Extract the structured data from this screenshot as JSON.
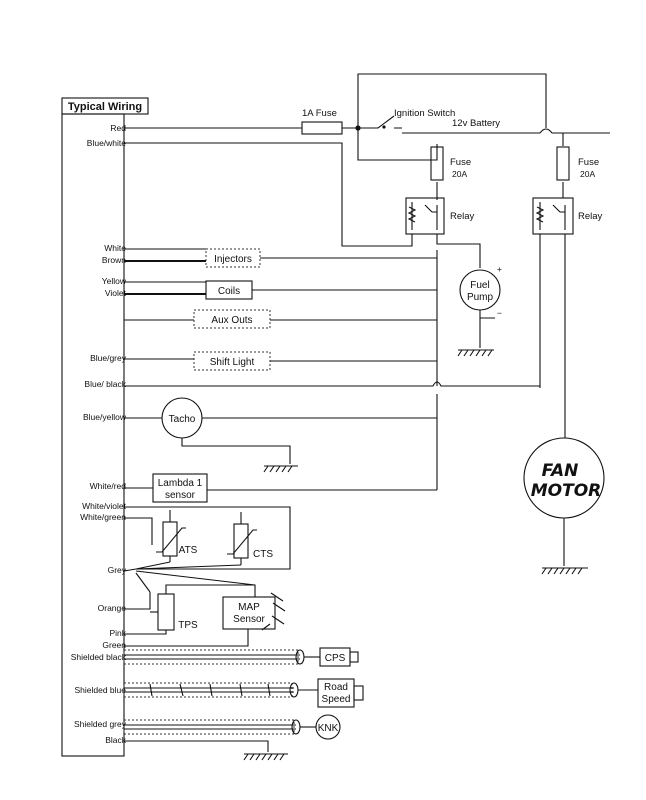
{
  "title": "Typical Wiring",
  "harness_wires": [
    "Red",
    "Blue/white",
    "White",
    "Brown",
    "Yellow",
    "Violet",
    "Blue/grey",
    "Blue/ black",
    "Blue/yellow",
    "White/red",
    "White/violet",
    "White/green",
    "Grey",
    "Orange",
    "Pink",
    "Green",
    "Shielded black",
    "Shielded blue",
    "Shielded grey",
    "Black"
  ],
  "components": {
    "fuse_1a": "1A Fuse",
    "ignition_switch": "Ignition Switch",
    "battery": "12v Battery",
    "fuse_left": [
      "Fuse",
      "20A"
    ],
    "fuse_right": [
      "Fuse",
      "20A"
    ],
    "relay_left": "Relay",
    "relay_right": "Relay",
    "injectors": "Injectors",
    "coils": "Coils",
    "aux_outs": "Aux Outs",
    "shift_light": "Shift Light",
    "fuel_pump": [
      "Fuel",
      "Pump"
    ],
    "fuel_pump_plus": "+",
    "fuel_pump_minus": "−",
    "tacho": "Tacho",
    "lambda": [
      "Lambda 1",
      "sensor"
    ],
    "ats": "ATS",
    "cts": "CTS",
    "tps": "TPS",
    "map_sensor": [
      "MAP",
      "Sensor"
    ],
    "cps": "CPS",
    "road_speed": [
      "Road",
      "Speed"
    ],
    "knk": "KNK",
    "fan_motor": [
      "FAN",
      "MOTOR"
    ]
  }
}
